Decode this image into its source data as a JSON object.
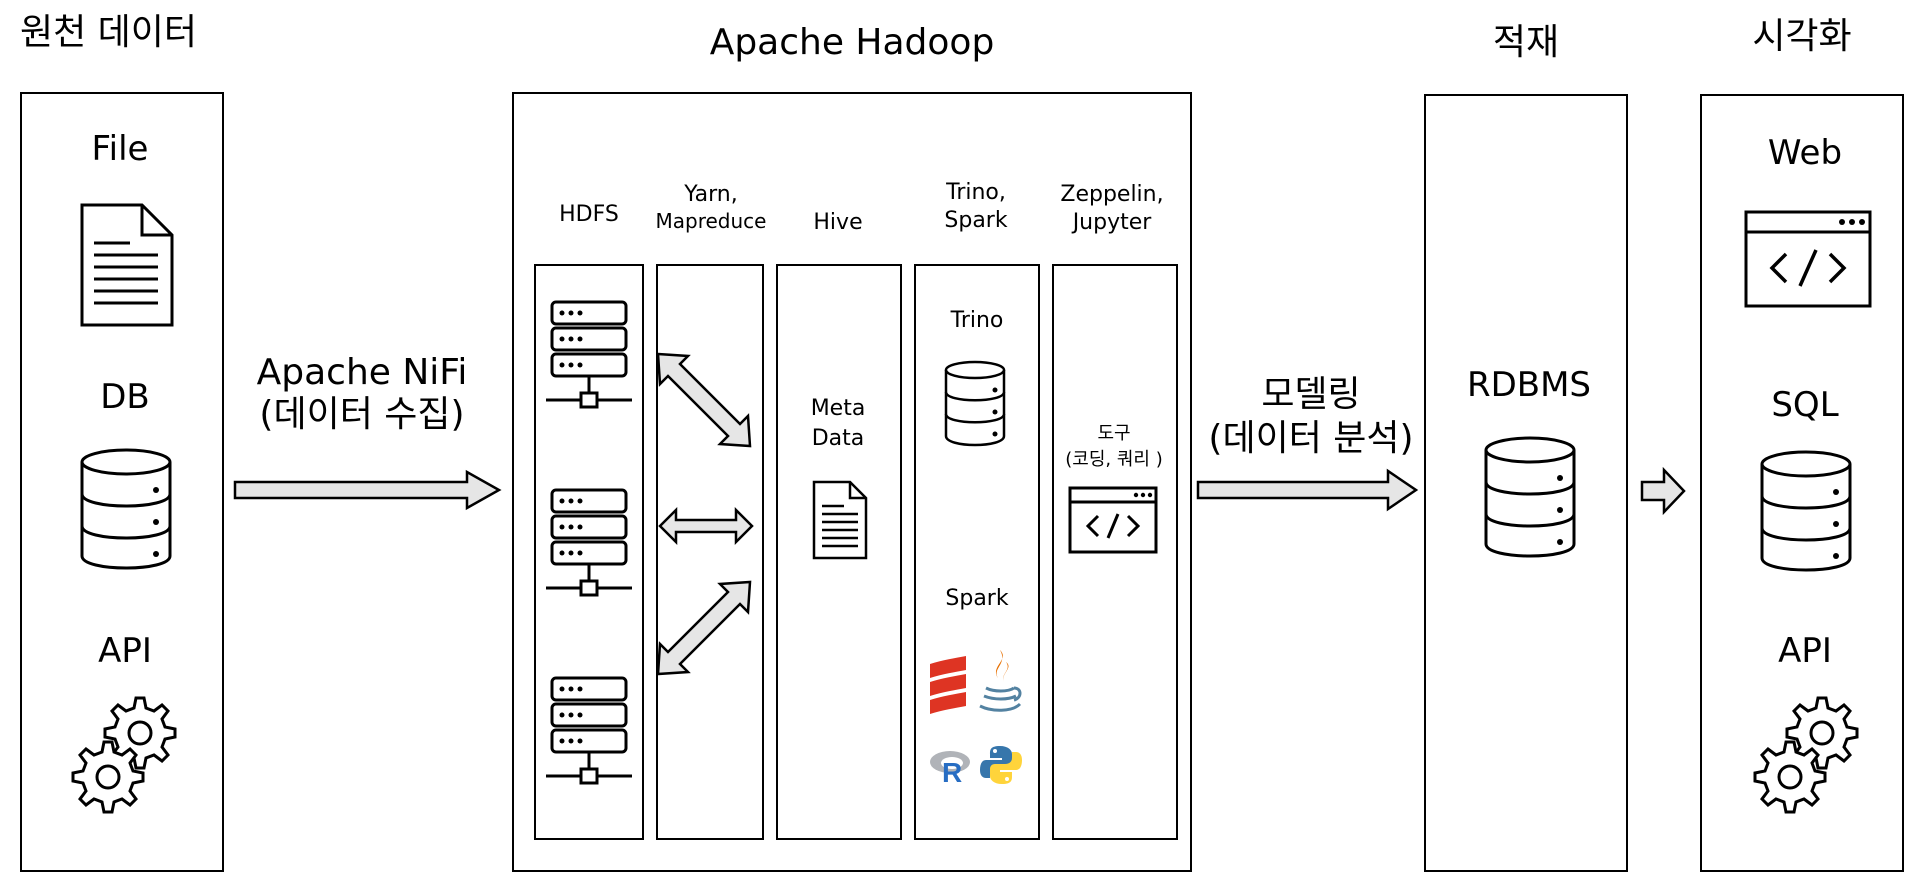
{
  "source": {
    "title": "원천 데이터",
    "items": [
      "File",
      "DB",
      "API"
    ]
  },
  "ingest": {
    "line1": "Apache NiFi",
    "line2": "(데이터 수집)"
  },
  "hadoop": {
    "title": "Apache Hadoop",
    "columns": {
      "hdfs": "HDFS",
      "yarn_1": "Yarn,",
      "yarn_2": "Mapreduce",
      "hive": "Hive",
      "engine_1": "Trino,",
      "engine_2": "Spark",
      "notebook_1": "Zeppelin,",
      "notebook_2": "Jupyter"
    },
    "hive_meta_1": "Meta",
    "hive_meta_2": "Data",
    "trino_label": "Trino",
    "spark_label": "Spark",
    "tool_1": "도구",
    "tool_2": "(코딩, 쿼리 )"
  },
  "modeling": {
    "line1": "모델링",
    "line2": "(데이터 분석)"
  },
  "load": {
    "title": "적재",
    "item": "RDBMS"
  },
  "visual": {
    "title": "시각화",
    "items": [
      "Web",
      "SQL",
      "API"
    ]
  },
  "colors": {
    "stroke": "#000000",
    "arrow_fill": "#e6e6e6",
    "scala_red": "#de3423",
    "java_blue": "#5382a1",
    "java_red": "#e76f00",
    "r_blue": "#276dc3",
    "r_gray": "#b0b3b8",
    "python_blue": "#3776ab",
    "python_yellow": "#ffd43b"
  }
}
